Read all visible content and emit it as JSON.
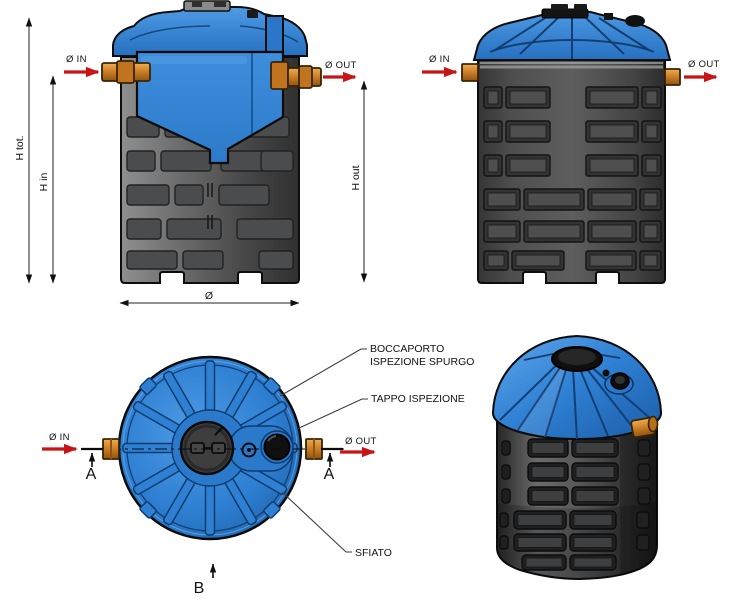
{
  "drawing_title": "water tank technical drawing",
  "colors": {
    "blue": "#2E7FD2",
    "blue_dark": "#123F73",
    "gray_body": "#4C4C4C",
    "orange": "#CE8128",
    "arrow_red": "#C81414",
    "text": "#111111",
    "background": "#FFFFFF"
  },
  "section_view": {
    "h_total_label": "H tot.",
    "h_in_label": "H in",
    "h_out_label": "H out",
    "diameter_label": "Ø",
    "inlet_label": "Ø IN",
    "outlet_label": "Ø OUT"
  },
  "front_view": {
    "inlet_label": "Ø IN",
    "outlet_label": "Ø OUT"
  },
  "top_view": {
    "inlet_label": "Ø IN",
    "outlet_label": "Ø OUT",
    "section_a_left": "A",
    "section_a_right": "A",
    "section_b": "B",
    "callout_hatch_line1": "BOCCAPORTO",
    "callout_hatch_line2": "ISPEZIONE SPURGO",
    "callout_cap": "TAPPO ISPEZIONE",
    "callout_vent": "SFIATO"
  }
}
